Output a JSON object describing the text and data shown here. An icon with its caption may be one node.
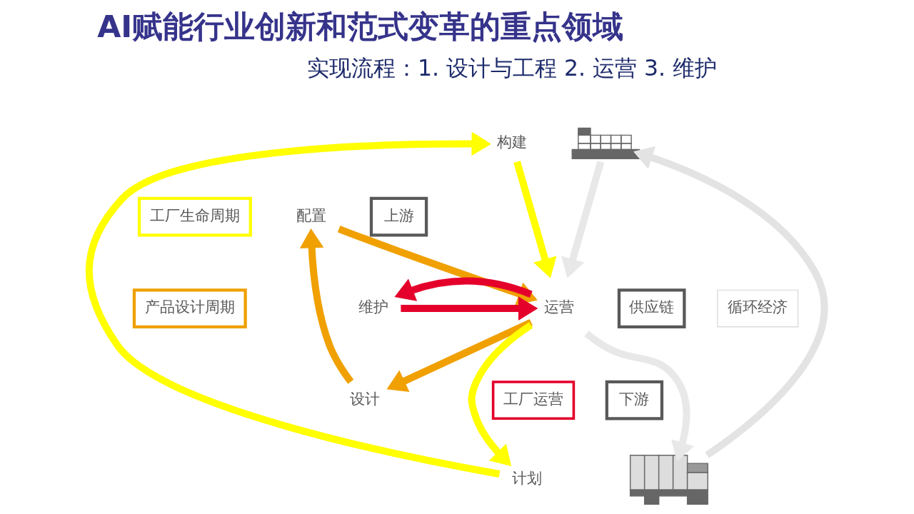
{
  "diagram": {
    "title": "AI赋能行业创新和范式变革的重点领域",
    "nodes": [
      {
        "text": [
          "构建"
        ]
      },
      {
        "text": [
          "配置"
        ]
      },
      {
        "text": [
          "工厂生命周期"
        ]
      },
      {
        "text": [
          "产品设计周期"
        ]
      },
      {
        "text": [
          "维护"
        ]
      },
      {
        "text": [
          "运营"
        ]
      },
      {
        "text": [
          "工厂运营"
        ]
      },
      {
        "text": [
          "设计"
        ]
      },
      {
        "text": [
          "计划"
        ]
      },
      {
        "text": [],
        "shape": "picture"
      },
      {
        "text": [
          "上游"
        ]
      },
      {
        "text": [
          "供应链"
        ]
      },
      {
        "text": [
          "循环经济"
        ]
      },
      {
        "text": [
          "下游"
        ]
      },
      {
        "text": [],
        "shape": "picture"
      }
    ],
    "edges": [
      {
        "from": 8,
        "to": 0,
        "arrow": "to",
        "color": "#ffff00"
      },
      {
        "from": 0,
        "to": 5,
        "arrow": "to",
        "color": "#ffff00"
      },
      {
        "from": 5,
        "to": 8,
        "arrow": "to",
        "color": "#ffff00"
      },
      {
        "from": 7,
        "to": 1,
        "arrow": "to",
        "color": "#f0a000"
      },
      {
        "from": 1,
        "to": 5,
        "arrow": "to",
        "color": "#f0a000"
      },
      {
        "from": 5,
        "to": 7,
        "arrow": "to",
        "color": "#f0a000"
      },
      {
        "from": 4,
        "to": 5,
        "arrow": "to",
        "color": "#e4002b"
      },
      {
        "from": 5,
        "to": 4,
        "arrow": "to",
        "color": "#e4002b"
      },
      {
        "from": 9,
        "to": 5,
        "arrow": "to",
        "color": "#e8e8e8"
      },
      {
        "from": 5,
        "to": 14,
        "arrow": "to",
        "color": "#e8e8e8"
      },
      {
        "from": 14,
        "to": 9,
        "arrow": "to",
        "color": "#e3e3e3"
      }
    ],
    "labels": [
      "实现流程：1. 设计与工程 2. 运营 3. 维护"
    ]
  }
}
